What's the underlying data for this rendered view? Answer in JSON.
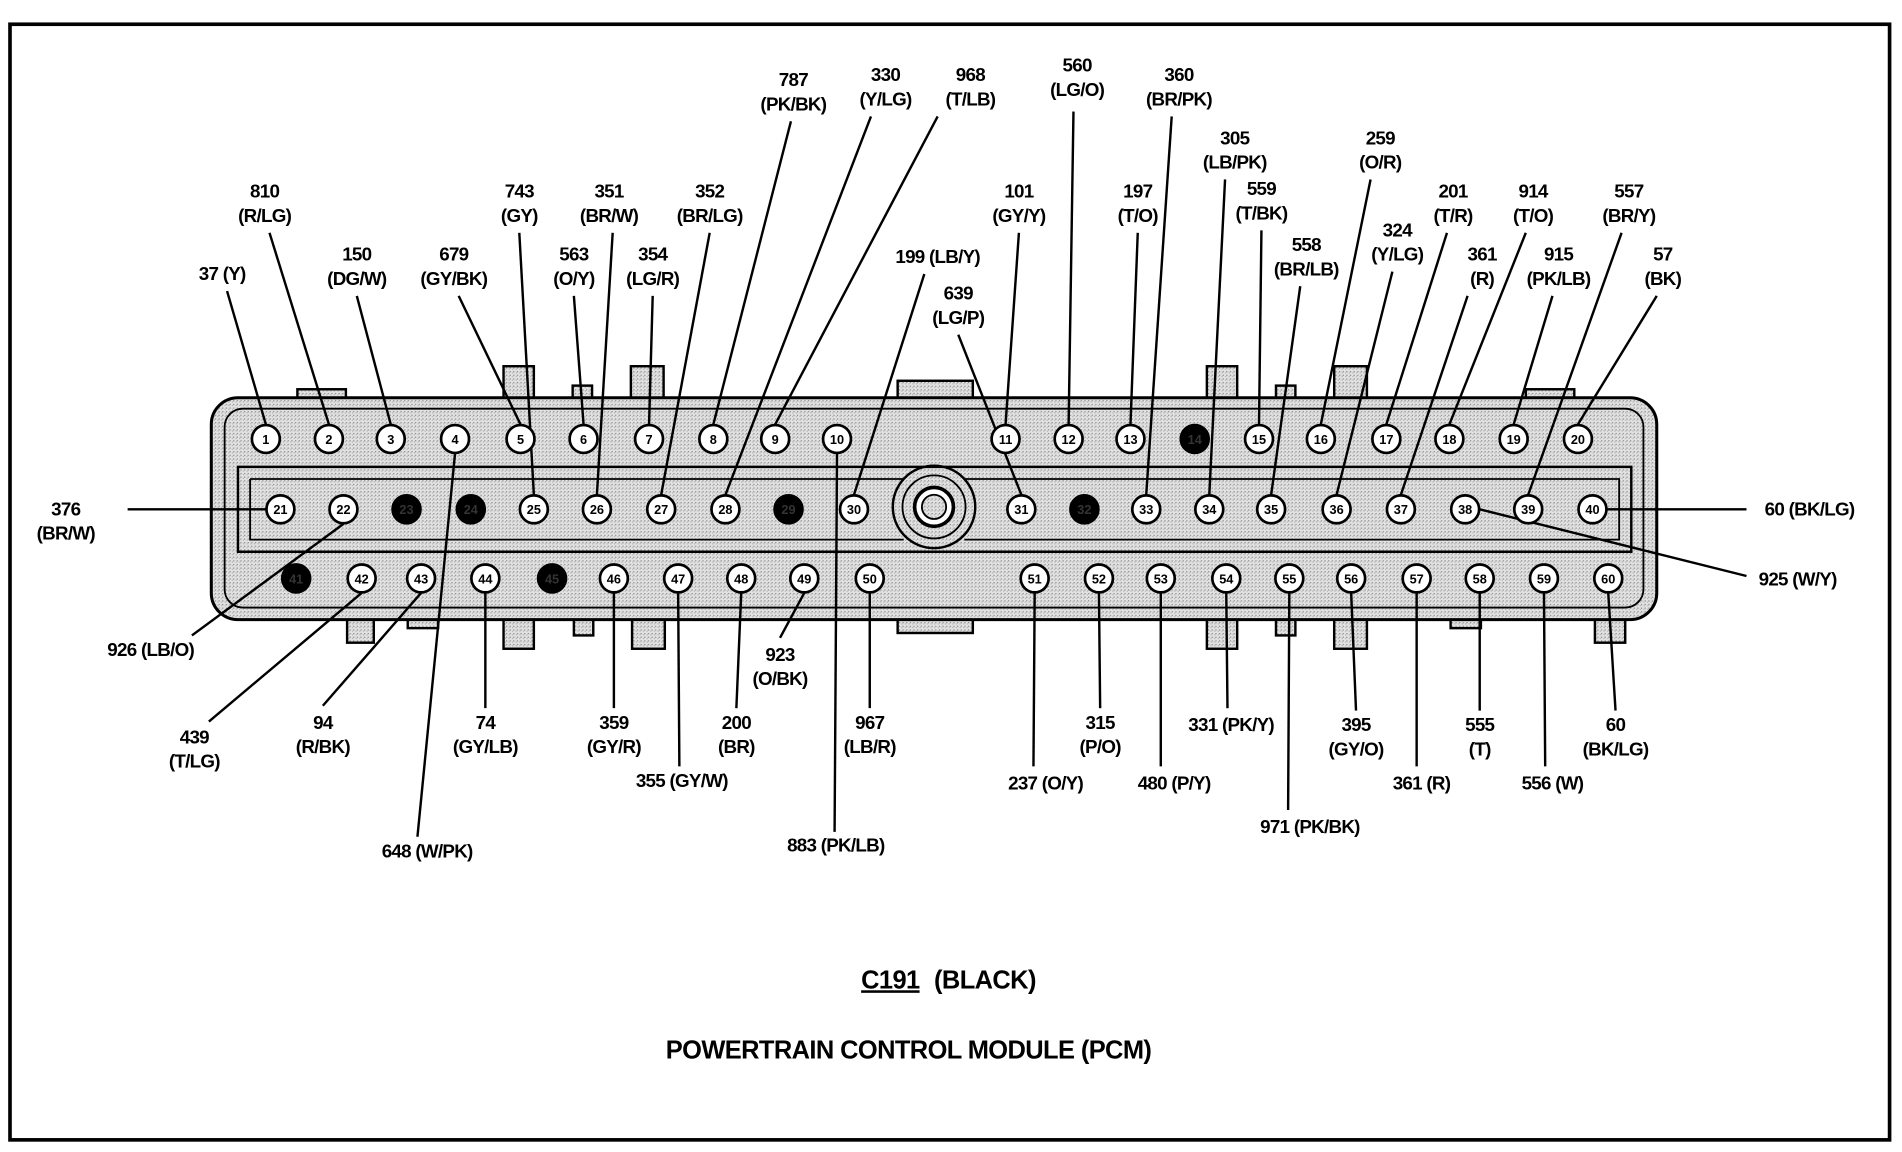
{
  "connector": {
    "id": "C191",
    "color_label": "(BLACK)",
    "title": "POWERTRAIN CONTROL MODULE (PCM)"
  },
  "pins": [
    {
      "n": "1"
    },
    {
      "n": "2"
    },
    {
      "n": "3"
    },
    {
      "n": "4"
    },
    {
      "n": "5"
    },
    {
      "n": "6"
    },
    {
      "n": "7"
    },
    {
      "n": "8"
    },
    {
      "n": "9"
    },
    {
      "n": "10"
    },
    {
      "n": "11"
    },
    {
      "n": "12"
    },
    {
      "n": "13"
    },
    {
      "n": "14",
      "empty": true
    },
    {
      "n": "15"
    },
    {
      "n": "16"
    },
    {
      "n": "17"
    },
    {
      "n": "18"
    },
    {
      "n": "19"
    },
    {
      "n": "20"
    },
    {
      "n": "21"
    },
    {
      "n": "22"
    },
    {
      "n": "23",
      "empty": true
    },
    {
      "n": "24",
      "empty": true
    },
    {
      "n": "25"
    },
    {
      "n": "26"
    },
    {
      "n": "27"
    },
    {
      "n": "28"
    },
    {
      "n": "29",
      "empty": true
    },
    {
      "n": "30"
    },
    {
      "n": "31"
    },
    {
      "n": "32",
      "empty": true
    },
    {
      "n": "33"
    },
    {
      "n": "34"
    },
    {
      "n": "35"
    },
    {
      "n": "36"
    },
    {
      "n": "37"
    },
    {
      "n": "38"
    },
    {
      "n": "39"
    },
    {
      "n": "40"
    },
    {
      "n": "41",
      "empty": true
    },
    {
      "n": "42"
    },
    {
      "n": "43"
    },
    {
      "n": "44"
    },
    {
      "n": "45",
      "empty": true
    },
    {
      "n": "46"
    },
    {
      "n": "47"
    },
    {
      "n": "48"
    },
    {
      "n": "49"
    },
    {
      "n": "50"
    },
    {
      "n": "51"
    },
    {
      "n": "52"
    },
    {
      "n": "53"
    },
    {
      "n": "54"
    },
    {
      "n": "55"
    },
    {
      "n": "56"
    },
    {
      "n": "57"
    },
    {
      "n": "58"
    },
    {
      "n": "59"
    },
    {
      "n": "60"
    }
  ],
  "wires": [
    {
      "pin": 1,
      "circuit": "37",
      "color": "(Y)"
    },
    {
      "pin": 2,
      "circuit": "810",
      "color": "(R/LG)"
    },
    {
      "pin": 3,
      "circuit": "150",
      "color": "(DG/W)"
    },
    {
      "pin": 4,
      "circuit": "648",
      "color": "(W/PK)"
    },
    {
      "pin": 5,
      "circuit": "679",
      "color": "(GY/BK)"
    },
    {
      "pin": 6,
      "circuit": "563",
      "color": "(O/Y)"
    },
    {
      "pin": 7,
      "circuit": "354",
      "color": "(LG/R)"
    },
    {
      "pin": 8,
      "circuit": "787",
      "color": "(PK/BK)"
    },
    {
      "pin": 9,
      "circuit": "968",
      "color": "(T/LB)"
    },
    {
      "pin": 10,
      "circuit": "883",
      "color": "(PK/LB)"
    },
    {
      "pin": 11,
      "circuit": "101",
      "color": "(GY/Y)"
    },
    {
      "pin": 12,
      "circuit": "560",
      "color": "(LG/O)"
    },
    {
      "pin": 13,
      "circuit": "197",
      "color": "(T/O)"
    },
    {
      "pin": 15,
      "circuit": "559",
      "color": "(T/BK)"
    },
    {
      "pin": 16,
      "circuit": "259",
      "color": "(O/R)"
    },
    {
      "pin": 17,
      "circuit": "201",
      "color": "(T/R)"
    },
    {
      "pin": 18,
      "circuit": "914",
      "color": "(T/O)"
    },
    {
      "pin": 19,
      "circuit": "915",
      "color": "(PK/LB)"
    },
    {
      "pin": 20,
      "circuit": "57",
      "color": "(BK)"
    },
    {
      "pin": 21,
      "circuit": "376",
      "color": "(BR/W)"
    },
    {
      "pin": 22,
      "circuit": "926",
      "color": "(LB/O)"
    },
    {
      "pin": 25,
      "circuit": "743",
      "color": "(GY)"
    },
    {
      "pin": 26,
      "circuit": "351",
      "color": "(BR/W)"
    },
    {
      "pin": 27,
      "circuit": "352",
      "color": "(BR/LG)"
    },
    {
      "pin": 28,
      "circuit": "330",
      "color": "(Y/LG)"
    },
    {
      "pin": 30,
      "circuit": "199",
      "color": "(LB/Y)"
    },
    {
      "pin": 31,
      "circuit": "639",
      "color": "(LG/P)"
    },
    {
      "pin": 33,
      "circuit": "360",
      "color": "(BR/PK)"
    },
    {
      "pin": 34,
      "circuit": "305",
      "color": "(LB/PK)"
    },
    {
      "pin": 35,
      "circuit": "558",
      "color": "(BR/LB)"
    },
    {
      "pin": 36,
      "circuit": "324",
      "color": "(Y/LG)"
    },
    {
      "pin": 37,
      "circuit": "361",
      "color": "(R)"
    },
    {
      "pin": 38,
      "circuit": "925",
      "color": "(W/Y)"
    },
    {
      "pin": 39,
      "circuit": "557",
      "color": "(BR/Y)"
    },
    {
      "pin": 40,
      "circuit": "60",
      "color": "(BK/LG)"
    },
    {
      "pin": 42,
      "circuit": "439",
      "color": "(T/LG)"
    },
    {
      "pin": 43,
      "circuit": "94",
      "color": "(R/BK)"
    },
    {
      "pin": 44,
      "circuit": "74",
      "color": "(GY/LB)"
    },
    {
      "pin": 46,
      "circuit": "359",
      "color": "(GY/R)"
    },
    {
      "pin": 47,
      "circuit": "355",
      "color": "(GY/W)"
    },
    {
      "pin": 48,
      "circuit": "200",
      "color": "(BR)"
    },
    {
      "pin": 49,
      "circuit": "923",
      "color": "(O/BK)"
    },
    {
      "pin": 50,
      "circuit": "967",
      "color": "(LB/R)"
    },
    {
      "pin": 51,
      "circuit": "237",
      "color": "(O/Y)"
    },
    {
      "pin": 52,
      "circuit": "315",
      "color": "(P/O)"
    },
    {
      "pin": 53,
      "circuit": "480",
      "color": "(P/Y)"
    },
    {
      "pin": 54,
      "circuit": "331",
      "color": "(PK/Y)"
    },
    {
      "pin": 55,
      "circuit": "971",
      "color": "(PK/BK)"
    },
    {
      "pin": 56,
      "circuit": "395",
      "color": "(GY/O)"
    },
    {
      "pin": 57,
      "circuit": "361",
      "color": "(R)"
    },
    {
      "pin": 58,
      "circuit": "555",
      "color": "(T)"
    },
    {
      "pin": 59,
      "circuit": "556",
      "color": "(W)"
    },
    {
      "pin": 60,
      "circuit": "60",
      "color": "(BK/LG)"
    }
  ],
  "colors": {
    "line": "#000000",
    "body": "#d6d6d6",
    "pin_fill": "#ffffff",
    "empty_pin": "#000000"
  }
}
